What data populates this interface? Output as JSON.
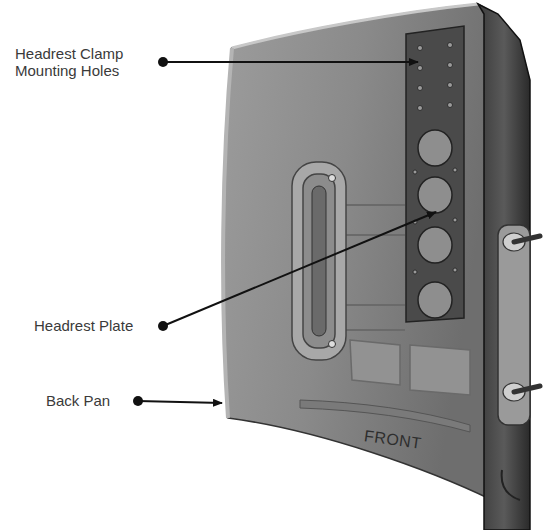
{
  "diagram": {
    "labels": [
      "Headrest Clamp Mounting Holes",
      "Headrest Plate",
      "Back Pan",
      "FRONT"
    ]
  }
}
